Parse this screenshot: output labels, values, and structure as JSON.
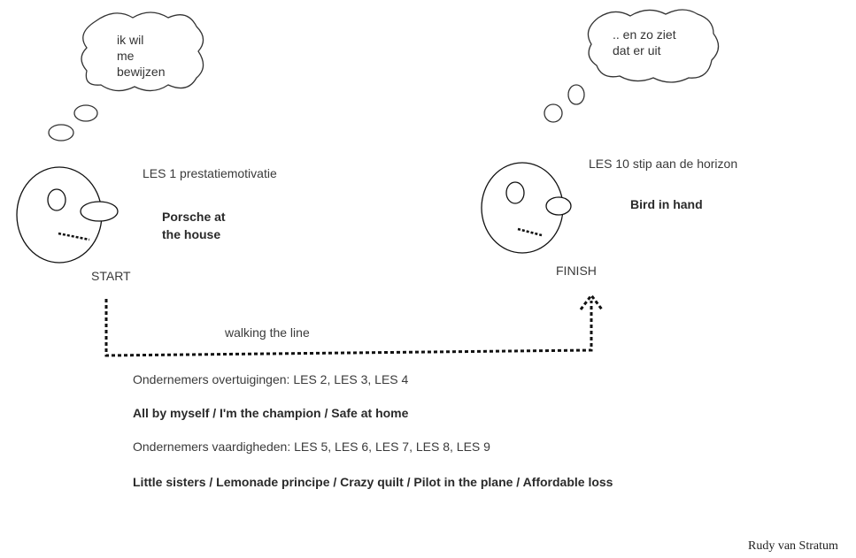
{
  "left": {
    "thought": [
      "ik wil",
      "me",
      "bewijzen"
    ],
    "lesson": "LES 1 prestatiemotivatie",
    "keyword": [
      "Porsche at",
      "the house"
    ],
    "label": "START"
  },
  "right": {
    "thought": [
      ".. en zo ziet",
      "dat er uit"
    ],
    "lesson": "LES 10 stip aan de horizon",
    "keyword": "Bird in hand",
    "label": "FINISH"
  },
  "path_label": "walking the line",
  "beliefs": {
    "heading": "Ondernemers overtuigingen: LES 2, LES 3, LES 4",
    "items": "All by myself / I'm the champion / Safe at home"
  },
  "skills": {
    "heading": "Ondernemers vaardigheden: LES 5, LES 6, LES 7, LES 8, LES 9",
    "items": "Little sisters / Lemonade principe / Crazy quilt / Pilot in the plane / Affordable loss"
  },
  "author": "Rudy van Stratum"
}
